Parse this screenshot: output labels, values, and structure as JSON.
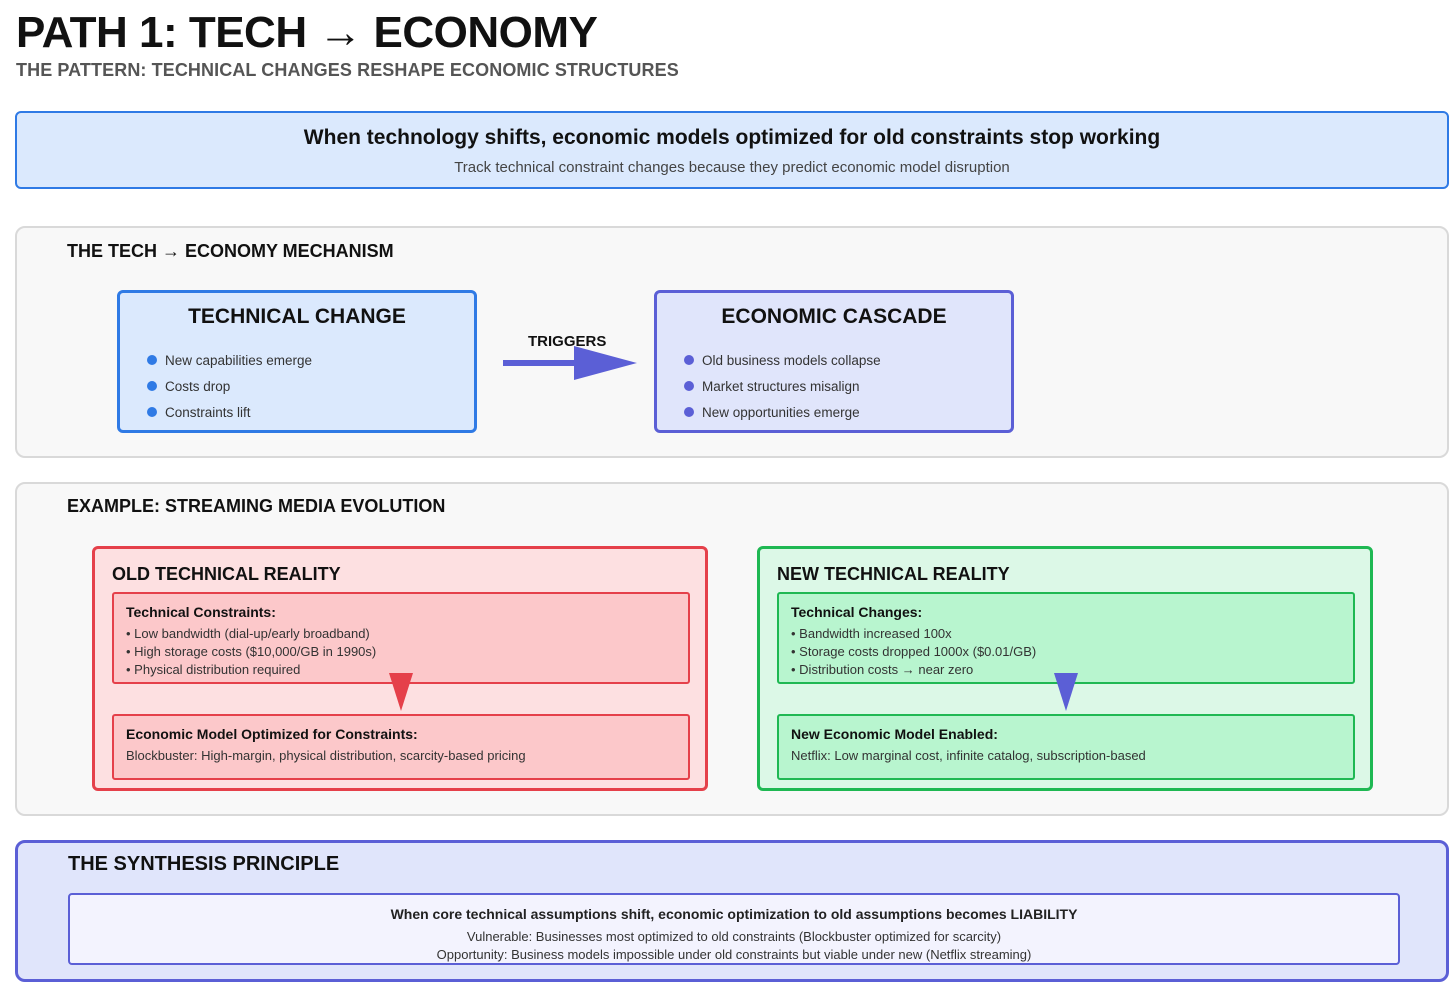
{
  "header": {
    "title": "PATH 1: TECH → ECONOMY",
    "subtitle": "THE PATTERN: TECHNICAL CHANGES RESHAPE ECONOMIC STRUCTURES"
  },
  "banner": {
    "headline": "When technology shifts, economic models optimized for old constraints stop working",
    "subline": "Track technical constraint changes because they predict economic model disruption"
  },
  "mechanism": {
    "title": "THE TECH → ECONOMY MECHANISM",
    "technical_change": {
      "title": "TECHNICAL CHANGE",
      "items": [
        "New capabilities emerge",
        "Costs drop",
        "Constraints lift"
      ]
    },
    "connector_label": "TRIGGERS",
    "economic_cascade": {
      "title": "ECONOMIC CASCADE",
      "items": [
        "Old business models collapse",
        "Market structures misalign",
        "New opportunities emerge"
      ]
    }
  },
  "example": {
    "title": "EXAMPLE: STREAMING MEDIA EVOLUTION",
    "old": {
      "title": "OLD TECHNICAL REALITY",
      "constraints_title": "Technical Constraints:",
      "constraints": [
        "• Low bandwidth (dial-up/early broadband)",
        "• High storage costs ($10,000/GB in 1990s)",
        "• Physical distribution required"
      ],
      "model_title": "Economic Model Optimized for Constraints:",
      "model_text": "Blockbuster: High-margin, physical distribution, scarcity-based pricing"
    },
    "new": {
      "title": "NEW TECHNICAL REALITY",
      "changes_title": "Technical Changes:",
      "changes": [
        "• Bandwidth increased 100x",
        "• Storage costs dropped 1000x ($0.01/GB)",
        "• Distribution costs → near zero"
      ],
      "model_title": "New Economic Model Enabled:",
      "model_text": "Netflix: Low marginal cost, infinite catalog, subscription-based"
    }
  },
  "synthesis": {
    "title": "THE SYNTHESIS PRINCIPLE",
    "main": "When core technical assumptions shift, economic optimization to old assumptions becomes LIABILITY",
    "vulnerable": "Vulnerable: Businesses most optimized to old constraints (Blockbuster optimized for scarcity)",
    "opportunity": "Opportunity: Business models impossible under old constraints but viable under new (Netflix streaming)"
  },
  "colors": {
    "blue": "#2f7ae5",
    "indigo": "#5b5fd6",
    "red": "#e5404a",
    "green": "#1fb853"
  }
}
